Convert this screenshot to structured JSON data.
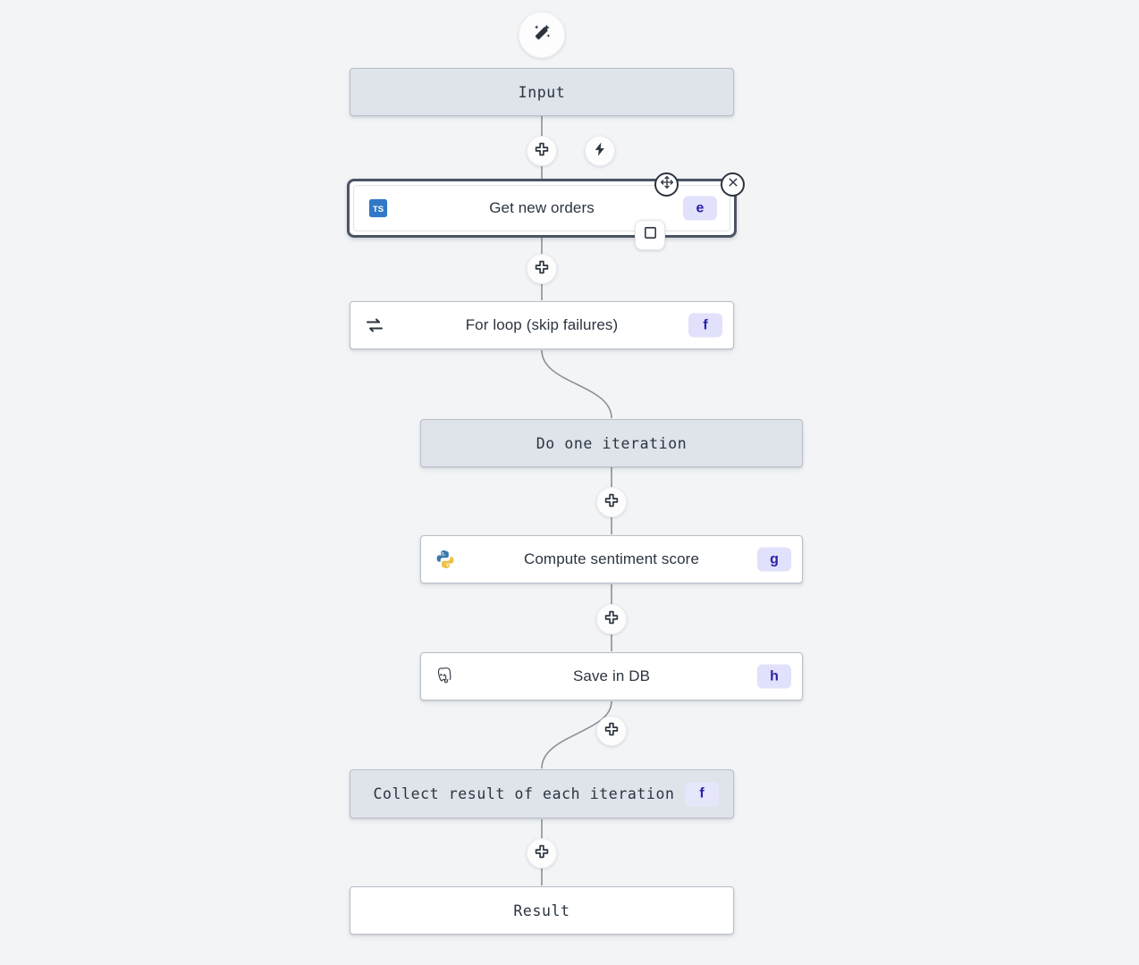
{
  "canvas": {
    "background": "#f2f4f6",
    "accent_badge_bg": "#e1e1fb",
    "accent_badge_fg": "#2b21a8",
    "node_tint": "#dfe3ea",
    "selection_color": "#4b5463"
  },
  "toolbar": {
    "ai_assistant_icon": "magic-wand-icon",
    "add_step_icon": "plus-icon",
    "trigger_icon": "lightning-bolt-icon"
  },
  "nodes": [
    {
      "id": "input",
      "label": "Input",
      "style": "tinted",
      "font": "mono",
      "icon": null,
      "badge": null
    },
    {
      "id": "get-new-orders",
      "label": "Get new orders",
      "style": "plain",
      "font": "sans",
      "icon": "typescript-icon",
      "badge": "e"
    },
    {
      "id": "for-loop",
      "label": "For loop (skip failures)",
      "style": "plain",
      "font": "sans",
      "icon": "loop-icon",
      "badge": "f"
    },
    {
      "id": "do-one-iteration",
      "label": "Do one iteration",
      "style": "tinted",
      "font": "mono",
      "icon": null,
      "badge": null
    },
    {
      "id": "compute-sentiment-score",
      "label": "Compute sentiment score",
      "style": "plain",
      "font": "sans",
      "icon": "python-icon",
      "badge": "g"
    },
    {
      "id": "save-in-db",
      "label": "Save in DB",
      "style": "plain",
      "font": "sans",
      "icon": "postgresql-icon",
      "badge": "h"
    },
    {
      "id": "collect-result",
      "label": "Collect result of each iteration",
      "style": "tinted",
      "font": "mono",
      "icon": null,
      "badge": "f"
    },
    {
      "id": "result",
      "label": "Result",
      "style": "plain",
      "font": "mono",
      "icon": null,
      "badge": null
    }
  ],
  "selected_node": {
    "id": "get-new-orders",
    "move_handle_icon": "move-arrows-icon",
    "close_icon": "close-x-icon",
    "expand_icon": "square-outline-icon"
  },
  "add_buttons": [
    {
      "id": "add-after-input",
      "icon": "plus-icon"
    },
    {
      "id": "add-after-get-new-orders",
      "icon": "plus-icon"
    },
    {
      "id": "add-after-do-one-iteration",
      "icon": "plus-icon"
    },
    {
      "id": "add-after-compute-sentiment-score",
      "icon": "plus-icon"
    },
    {
      "id": "add-after-save-in-db",
      "icon": "plus-icon"
    },
    {
      "id": "add-after-collect-result",
      "icon": "plus-icon"
    }
  ]
}
